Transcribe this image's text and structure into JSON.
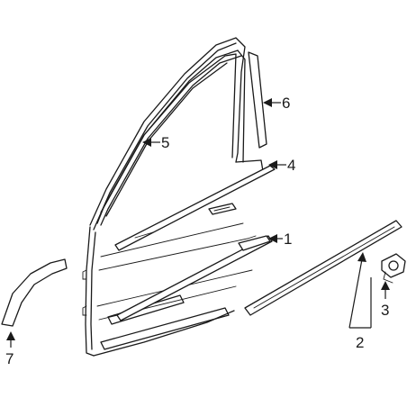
{
  "diagram": {
    "callouts": [
      {
        "id": "c1",
        "label": "1"
      },
      {
        "id": "c2",
        "label": "2"
      },
      {
        "id": "c3",
        "label": "3"
      },
      {
        "id": "c4",
        "label": "4"
      },
      {
        "id": "c5",
        "label": "5"
      },
      {
        "id": "c6",
        "label": "6"
      },
      {
        "id": "c7",
        "label": "7"
      }
    ]
  },
  "colors": {
    "line": "#1a1a1a",
    "background": "#ffffff"
  }
}
